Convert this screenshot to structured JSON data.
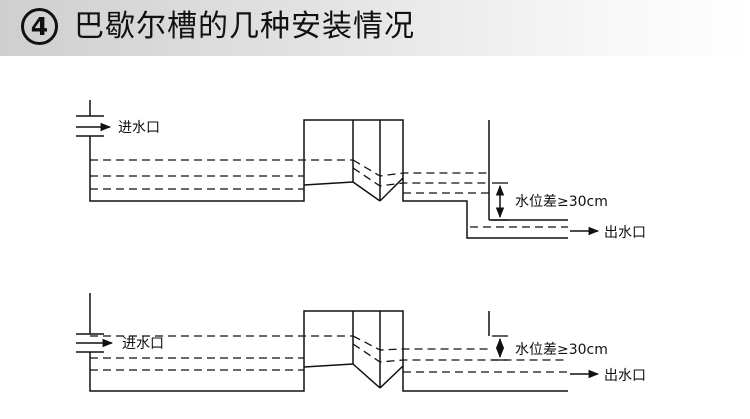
{
  "title": {
    "number": "4",
    "text": "巴歇尔槽的几种安装情况"
  },
  "diagrams": [
    {
      "inlet_label": "进水口",
      "outlet_label": "出水口",
      "level_diff_label": "水位差≥30cm"
    },
    {
      "inlet_label": "进水口",
      "outlet_label": "出水口",
      "level_diff_label": "水位差≥30cm"
    }
  ]
}
